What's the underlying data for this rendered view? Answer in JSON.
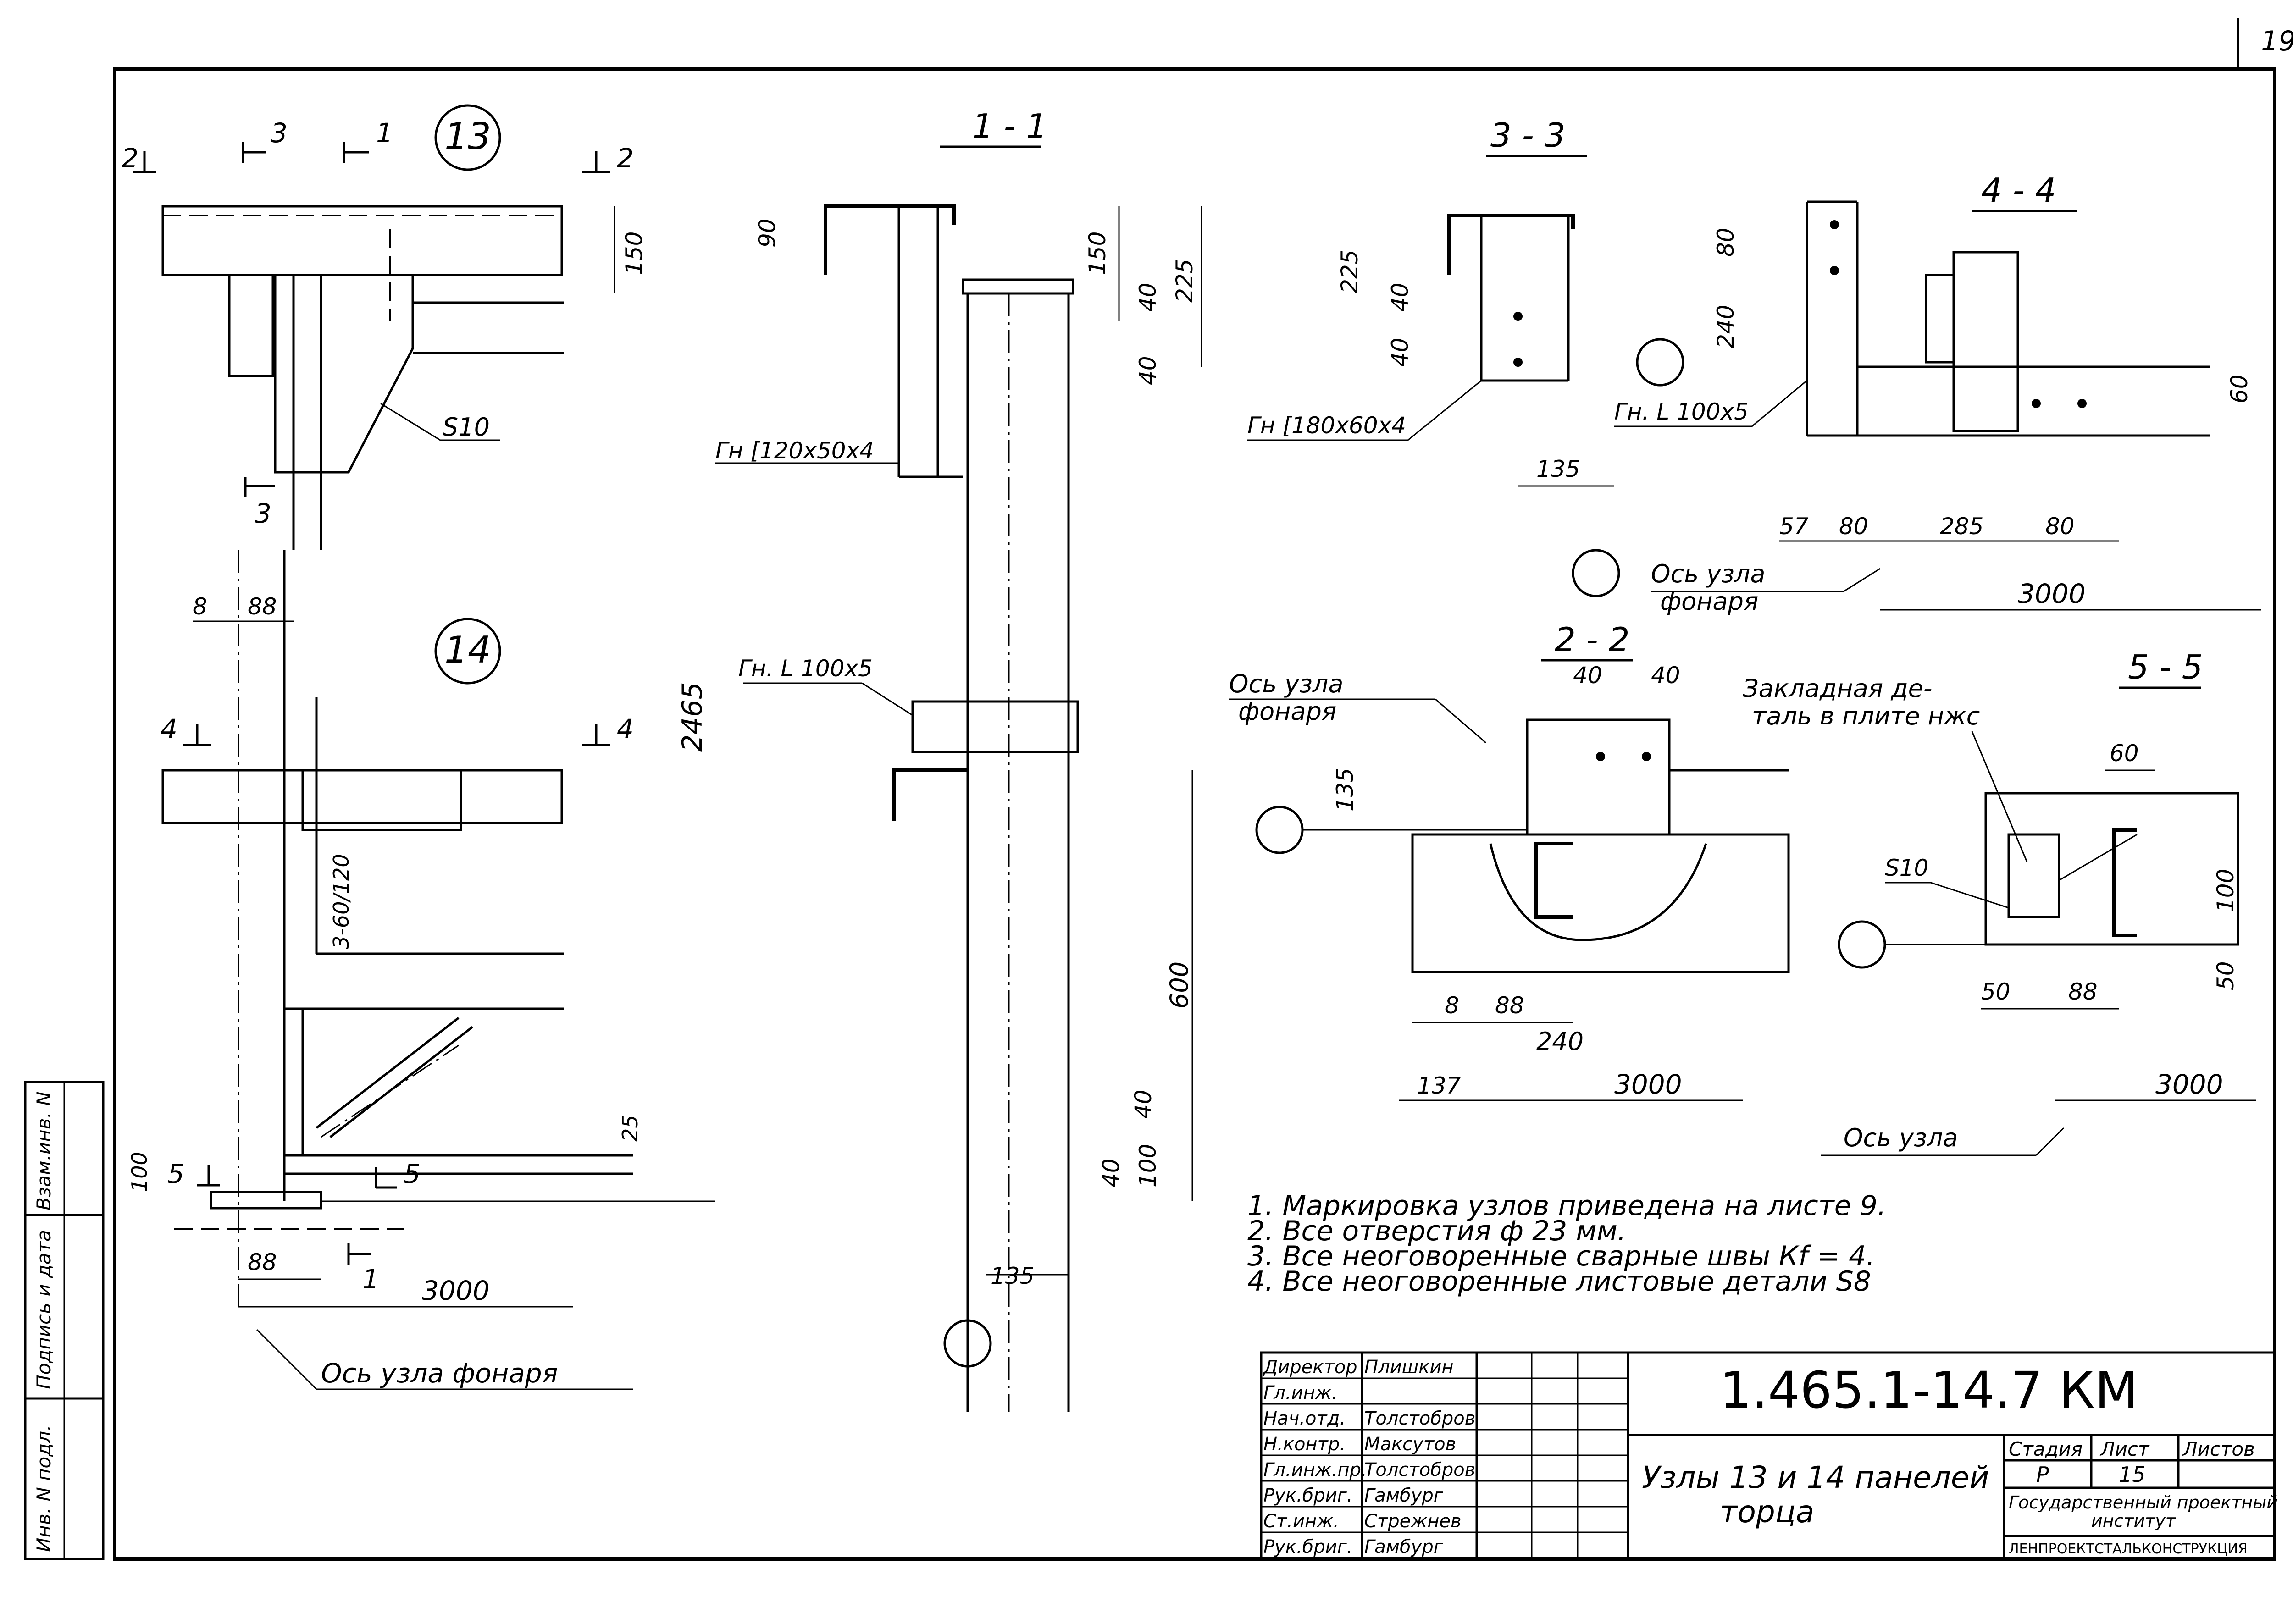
{
  "sheet": {
    "page_corner": "19"
  },
  "nodes": {
    "node13": "13",
    "node14": "14"
  },
  "section_marks": {
    "m2": "2",
    "m3": "3",
    "m1": "1",
    "m2b": "2",
    "m3b": "3",
    "m4": "4",
    "m4b": "4",
    "m5": "5",
    "m5b": "5",
    "m1b": "1"
  },
  "sections": {
    "s11": "1 - 1",
    "s33": "3 - 3",
    "s44": "4 - 4",
    "s22": "2 - 2",
    "s55": "5 - 5"
  },
  "labels": {
    "s10_a": "S10",
    "s10_b": "S10",
    "ch120": "Гн [120x50x4",
    "ch180": "Гн [180x60x4",
    "ang100a": "Гн. L 100x5",
    "ang100b": "Гн. L 100x5",
    "axis_a": "Ось узла",
    "axis_a2": "фонаря",
    "axis_b": "Ось узла",
    "axis_b2": "фонаря",
    "axis_c": "Ось узла фонаря",
    "axis_d": "Ось узла",
    "embedded1": "Закладная де-",
    "embedded2": "таль в плите нжс",
    "weld_3": "3-60/120"
  },
  "dims": {
    "d150a": "150",
    "d8a": "8",
    "d88a": "88",
    "d100a": "100",
    "d88b": "88",
    "d3000a": "3000",
    "d90": "90",
    "d150b": "150",
    "d225a": "225",
    "d40a": "40",
    "d40b": "40",
    "d2465": "2465",
    "d600": "600",
    "d40c": "40",
    "d40d": "40",
    "d100b": "100",
    "d135a": "135",
    "d225b": "225",
    "d40e": "40",
    "d40f": "40",
    "d135b": "135",
    "d80a": "80",
    "d240a": "240",
    "d60a": "60",
    "d57": "57",
    "d80b": "80",
    "d285": "285",
    "d80c": "80",
    "d3000b": "3000",
    "d40g": "40",
    "d40h": "40",
    "d135c": "135",
    "d8b": "8",
    "d88c": "88",
    "d240b": "240",
    "d137": "137",
    "d3000c": "3000",
    "d60b": "60",
    "d100c": "100",
    "d50a": "50",
    "d88d": "88",
    "d50b": "50",
    "d3000d": "3000",
    "d25": "25"
  },
  "notes": [
    "1. Маркировка узлов приведена на листе 9.",
    "2. Все отверстия ф 23 мм.",
    "3. Все неоговоренные сварные швы Кf = 4.",
    "4. Все неоговоренные листовые детали S8"
  ],
  "left_strip": [
    "Взам.инв. N",
    "Подпись и дата",
    "Инв. N подл."
  ],
  "title_block": {
    "code": "1.465.1-14.7 КМ",
    "title_line1": "Узлы 13 и 14 панелей",
    "title_line2": "торца",
    "stage_h": "Стадия",
    "sheet_h": "Лист",
    "sheets_h": "Листов",
    "stage_v": "Р",
    "sheet_v": "15",
    "org1": "Государственный проектный",
    "org2": "институт",
    "org3": "ЛЕНПРОЕКТСТАЛЬКОНСТРУКЦИЯ",
    "staff": [
      {
        "role": "Директор",
        "name": "Плишкин"
      },
      {
        "role": "Гл.инж.",
        "name": ""
      },
      {
        "role": "Нач.отд.",
        "name": "Толстобров"
      },
      {
        "role": "Н.контр.",
        "name": "Максутов"
      },
      {
        "role": "Гл.инж.пр.",
        "name": "Толстобров"
      },
      {
        "role": "Рук.бриг.",
        "name": "Гамбург"
      },
      {
        "role": "Ст.инж.",
        "name": "Стрежнев"
      },
      {
        "role": "Рук.бриг.",
        "name": "Гамбург"
      }
    ]
  }
}
